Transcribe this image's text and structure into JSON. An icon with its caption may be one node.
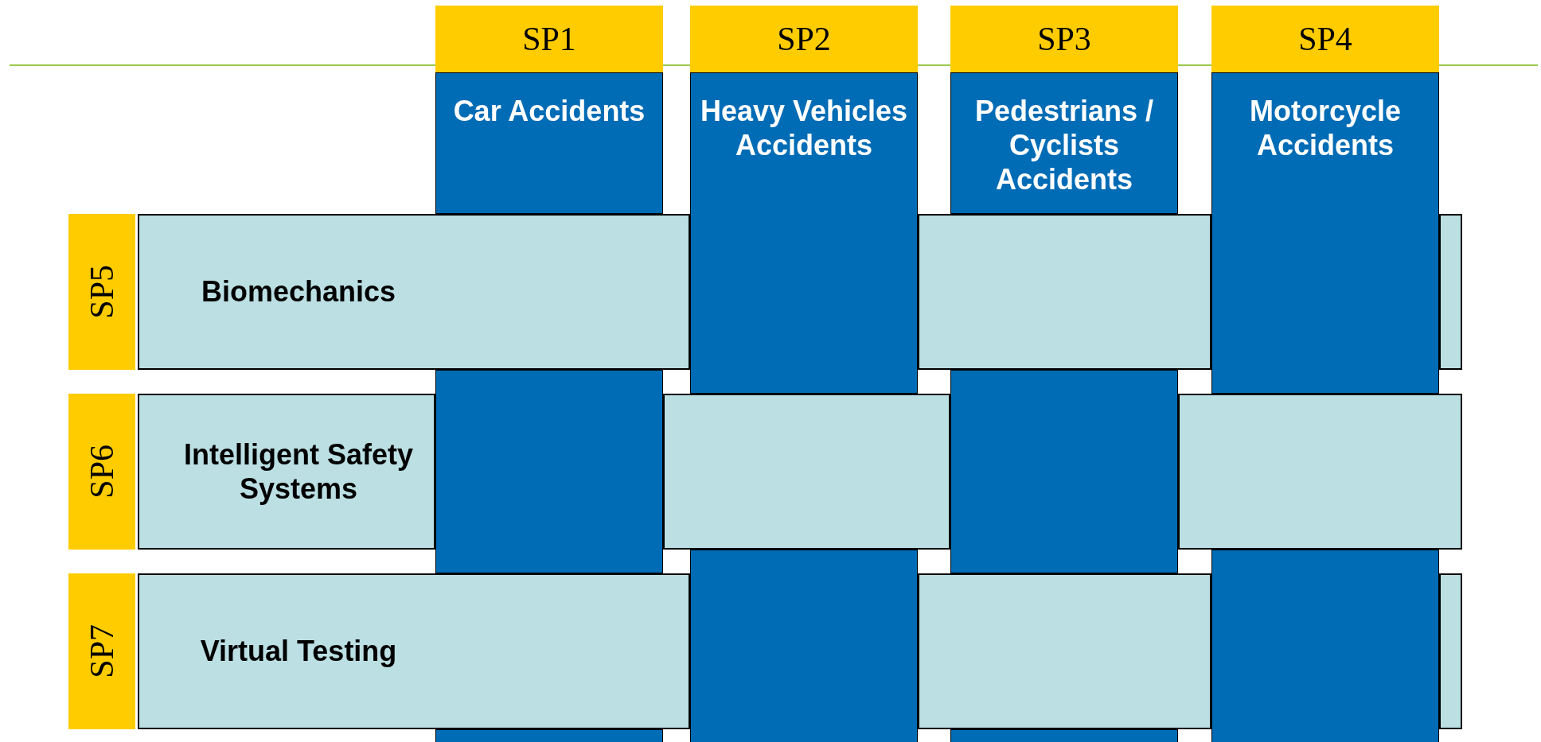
{
  "diagram": {
    "nodes": [
      {
        "text": [
          "SP1"
        ]
      },
      {
        "text": [
          "SP2"
        ]
      },
      {
        "text": [
          "SP3"
        ]
      },
      {
        "text": [
          "SP4"
        ]
      },
      {
        "text": [
          "Car Accidents"
        ]
      },
      {
        "text": [
          "Heavy Vehicles Accidents"
        ]
      },
      {
        "text": [
          "Pedestrians / Cyclists Accidents"
        ]
      },
      {
        "text": [
          "Motorcycle Accidents"
        ]
      },
      {
        "text": [
          "SP5"
        ]
      },
      {
        "text": [
          "Biomechanics"
        ]
      },
      {
        "text": [
          "SP6"
        ]
      },
      {
        "text": [
          "Intelligent Safety Systems"
        ]
      },
      {
        "text": [
          "SP7"
        ]
      },
      {
        "text": [
          "Virtual Testing"
        ]
      }
    ]
  }
}
